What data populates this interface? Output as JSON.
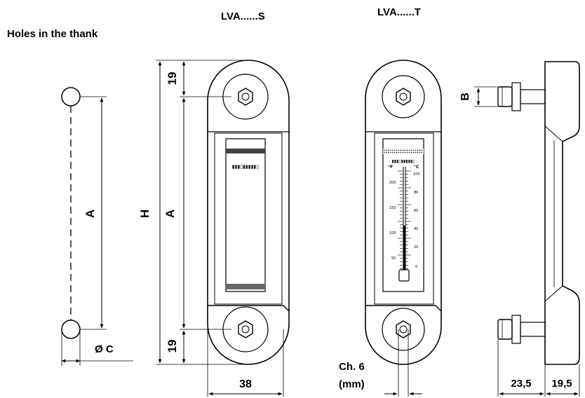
{
  "title_left": "LVA......S",
  "title_right": "LVA......T",
  "holes_caption": "Holes in the thank",
  "dims": {
    "A": "A",
    "H": "H",
    "B": "B",
    "d19": "19",
    "d38": "38",
    "diameter_c": "Ø C",
    "ch6_line1": "Ch. 6",
    "ch6_line2": "(mm)",
    "d23_5": "23,5",
    "d19_5": "19,5"
  },
  "thermometer": {
    "f_unit": "°F",
    "c_unit": "°C",
    "f_ticks": [
      "200",
      "150",
      "100",
      "50"
    ],
    "c_ticks": [
      "100",
      "80",
      "60",
      "40",
      "20",
      "0"
    ]
  }
}
